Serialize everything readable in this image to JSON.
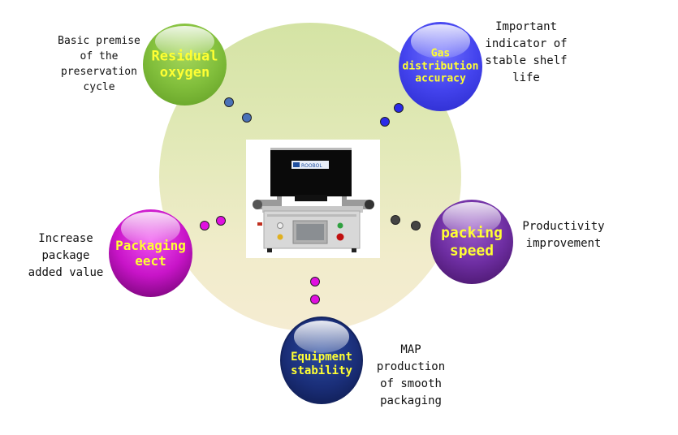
{
  "diagram": {
    "center_image": {
      "description": "MAP tray sealing machine",
      "brand_label": "ROOBOL"
    },
    "nodes": [
      {
        "id": "residual-oxygen",
        "label": "Residual\noxygen",
        "note": "Basic premise\nof the\npreservation\ncycle",
        "color": "#7cb83a",
        "dot_color": "#4a72b8"
      },
      {
        "id": "gas-distribution",
        "label": "Gas\ndistribution\naccuracy",
        "note": "Important\nindicator of\nstable shelf\nlife",
        "color": "#3a3ae0",
        "dot_color": "#2a2ae8"
      },
      {
        "id": "packaging-effect",
        "label": "Packaging\neect",
        "note": "Increase\npackage\nadded value",
        "color": "#c010c0",
        "dot_color": "#e010e0"
      },
      {
        "id": "packing-speed",
        "label": "packing\nspeed",
        "note": "Productivity\nimprovement",
        "color": "#6a2a98",
        "dot_color": "#444444"
      },
      {
        "id": "equipment-stability",
        "label": "Equipment\nstability",
        "note": "MAP\nproduction\nof smooth\npackaging",
        "color": "#1a2e78",
        "dot_color": "#e010e0"
      }
    ]
  }
}
